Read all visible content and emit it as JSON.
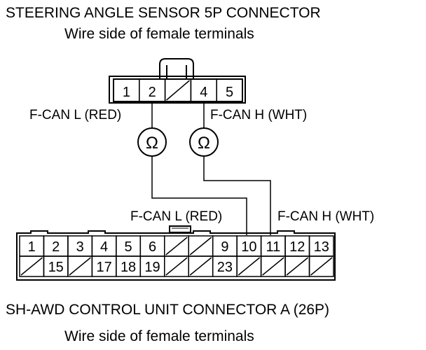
{
  "top_connector": {
    "title": "STEERING ANGLE SENSOR 5P CONNECTOR",
    "subtitle": "Wire side of female terminals",
    "terminals": [
      "1",
      "2",
      "",
      "4",
      "5"
    ]
  },
  "meters": {
    "left": {
      "symbol": "Ω",
      "icon": "ohmmeter-icon"
    },
    "right": {
      "symbol": "Ω",
      "icon": "ohmmeter-icon"
    }
  },
  "wires": {
    "top_left_label": "F-CAN L (RED)",
    "top_right_label": "F-CAN H (WHT)",
    "bottom_left_label": "F-CAN L (RED)",
    "bottom_right_label": "F-CAN H (WHT)"
  },
  "bottom_connector": {
    "title": "SH-AWD CONTROL UNIT CONNECTOR A (26P)",
    "subtitle": "Wire side of female terminals",
    "row1": [
      "1",
      "2",
      "3",
      "4",
      "5",
      "6",
      "",
      "",
      "9",
      "10",
      "11",
      "12",
      "13"
    ],
    "row2": [
      "",
      "15",
      "",
      "17",
      "18",
      "19",
      "",
      "",
      "23",
      "",
      "",
      "",
      ""
    ]
  }
}
